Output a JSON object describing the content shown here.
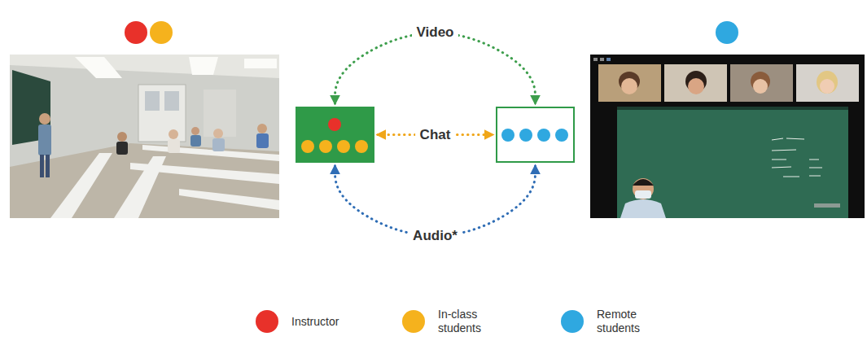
{
  "diagram": {
    "nodes": [
      {
        "text": []
      },
      {
        "text": []
      }
    ],
    "edges": [
      {
        "from": 0,
        "to": 1,
        "arrow": "both",
        "label": "Video"
      },
      {
        "from": 0,
        "to": 1,
        "arrow": "both",
        "label": "Chat"
      },
      {
        "from": 0,
        "to": 1,
        "arrow": "both",
        "label": "Audio*"
      }
    ],
    "legend": [
      {
        "text": "Instructor",
        "color": "#e8312a"
      },
      {
        "text": "In-class students",
        "color": "#f5b21d"
      },
      {
        "text": "Remote students",
        "color": "#2fa8e0"
      }
    ]
  }
}
